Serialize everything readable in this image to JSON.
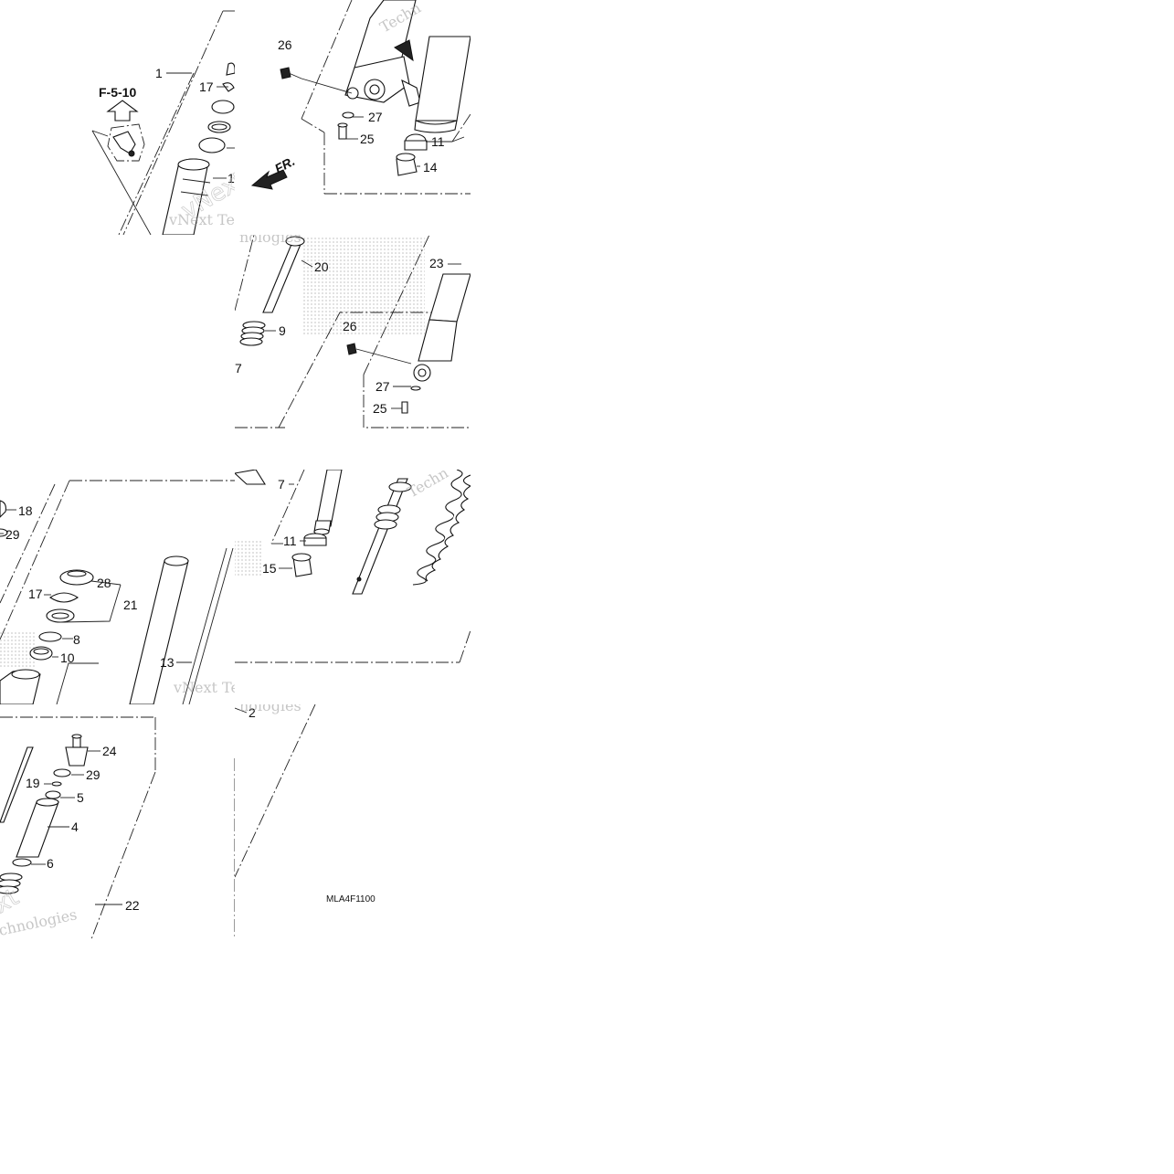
{
  "diagram": {
    "code": "MLA4F1100",
    "reference": "F-5-10",
    "direction_label": "FR.",
    "watermarks": {
      "line1": "vNext",
      "line2": "Technologies",
      "combined": "vNext Tec",
      "fragment_nologies": "nologies",
      "fragment_chnologies": "chnologies",
      "fragment_techn": "Techn",
      "fragment_xt": "xt"
    },
    "callouts": {
      "t1": "1",
      "t17a": "17",
      "t1b": "1",
      "t26a": "26",
      "t27a": "27",
      "t25a": "25",
      "t11a": "11",
      "t14": "14",
      "t20": "20",
      "t9": "9",
      "t7a": "7",
      "t26b": "26",
      "t23": "23",
      "t27b": "27",
      "t25b": "25",
      "t18": "18",
      "t29a": "29",
      "t28": "28",
      "t17b": "17",
      "t21": "21",
      "t8": "8",
      "t10": "10",
      "t7b": "7",
      "t11b": "11",
      "t15": "15",
      "t13": "13",
      "t2": "2",
      "t24": "24",
      "t29b": "29",
      "t19": "19",
      "t5": "5",
      "t4": "4",
      "t6": "6",
      "t22": "22"
    }
  }
}
